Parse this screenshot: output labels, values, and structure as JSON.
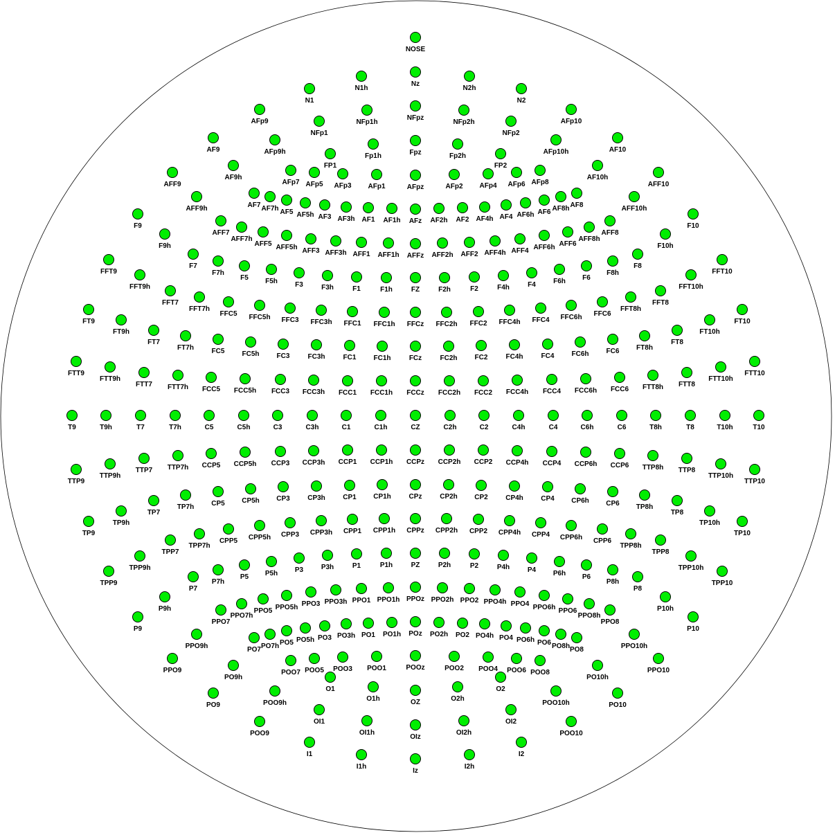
{
  "colors": {
    "electrode_fill": "#00ee00",
    "outline": "#000000",
    "background": "#ffffff"
  },
  "electrodes": [
    "NOSE",
    "N1h",
    "Nz",
    "N2h",
    "N1",
    "N2",
    "AFp9",
    "NFp1h",
    "NFpz",
    "NFp2h",
    "AFp10",
    "NFp1",
    "NFp2",
    "AF9",
    "AFp9h",
    "Fpz",
    "AFp10h",
    "AF10",
    "Fp1h",
    "Fp2h",
    "FP1",
    "FP2",
    "AFF9",
    "AF9h",
    "AFp7",
    "AFp5",
    "AFp3",
    "AFp1",
    "AFpz",
    "AFp2",
    "AFp4",
    "AFp6",
    "AFp8",
    "AF10h",
    "AFF10",
    "AF7",
    "AF7h",
    "AF5",
    "AF5h",
    "AF3",
    "AF3h",
    "AF1",
    "AF1h",
    "AFz",
    "AF2h",
    "AF2",
    "AF4h",
    "AF4",
    "AF6h",
    "AF6",
    "AF8h",
    "AF8",
    "AFF9h",
    "AFF10h",
    "F9",
    "F10",
    "AFF7",
    "AFF7h",
    "AFF5",
    "AFF5h",
    "AFF3",
    "AFF3h",
    "AFF1",
    "AFF1h",
    "AFFz",
    "AFF2h",
    "AFF2",
    "AFF4h",
    "AFF4",
    "AFF6h",
    "AFF6",
    "AFF8h",
    "AFF8",
    "F9h",
    "F10h",
    "FFT9",
    "F7",
    "F7h",
    "F5",
    "F5h",
    "F3",
    "F3h",
    "F1",
    "F1h",
    "FZ",
    "F2h",
    "F2",
    "F4h",
    "F4",
    "F6h",
    "F6",
    "F8h",
    "F8",
    "FFT10",
    "FFT9h",
    "FFT10h",
    "FFT7",
    "FFT7h",
    "FFC5",
    "FFC5h",
    "FFC3",
    "FFC3h",
    "FFC1",
    "FFC1h",
    "FFCz",
    "FFC2h",
    "FFC2",
    "FFC4h",
    "FFC4",
    "FFC6h",
    "FFC6",
    "FFT8h",
    "FFT8",
    "FT9",
    "FT10",
    "FT9h",
    "FT10h",
    "FT7",
    "FT7h",
    "FC5",
    "FC5h",
    "FC3",
    "FC3h",
    "FC1",
    "FC1h",
    "FCz",
    "FC2h",
    "FC2",
    "FC4h",
    "FC4",
    "FC6h",
    "FC6",
    "FT8h",
    "FT8",
    "FTT9",
    "FTT10",
    "FTT9h",
    "FTT7",
    "FTT7h",
    "FCC5",
    "FCC5h",
    "FCC3",
    "FCC3h",
    "FCC1",
    "FCC1h",
    "FCCz",
    "FCC2h",
    "FCC2",
    "FCC4h",
    "FCC4",
    "FCC6h",
    "FCC6",
    "FTT8h",
    "FTT8",
    "FTT10h",
    "T9",
    "T9h",
    "T7",
    "T7h",
    "C5",
    "C5h",
    "C3",
    "C3h",
    "C1",
    "C1h",
    "CZ",
    "C2h",
    "C2",
    "C4h",
    "C4",
    "C6h",
    "C6",
    "T8h",
    "T8",
    "T10h",
    "T10",
    "TTP9",
    "TTP9h",
    "TTP7",
    "TTP7h",
    "CCP5",
    "CCP5h",
    "CCP3",
    "CCP3h",
    "CCP1",
    "CCP1h",
    "CCPz",
    "CCP2h",
    "CCP2",
    "CCP4h",
    "CCP4",
    "CCP6h",
    "CCP6",
    "TTP8h",
    "TTP8",
    "TTP10h",
    "TTP10",
    "TP7",
    "TP7h",
    "CP5",
    "CP5h",
    "CP3",
    "CP3h",
    "CP1",
    "CP1h",
    "CPz",
    "CP2h",
    "CP2",
    "CP4h",
    "CP4",
    "CP6h",
    "CP6",
    "TP8h",
    "TP8",
    "TP9",
    "TP9h",
    "TP10h",
    "TP10",
    "TPP7",
    "TPP7h",
    "CPP5",
    "CPP5h",
    "CPP3",
    "CPP3h",
    "CPP1",
    "CPP1h",
    "CPPz",
    "CPP2h",
    "CPP2",
    "CPP4h",
    "CPP4",
    "CPP6h",
    "CPP6",
    "TPP8h",
    "TPP8",
    "TPP9h",
    "TPP10h",
    "TPP9",
    "P7",
    "P7h",
    "P5",
    "P5h",
    "P3",
    "P3h",
    "P1",
    "P1h",
    "PZ",
    "P2h",
    "P2",
    "P4h",
    "P4",
    "P6h",
    "P6",
    "P8h",
    "P8",
    "TPP10",
    "P9h",
    "P10h",
    "PPO7",
    "PPO7h",
    "PPO5",
    "PPO5h",
    "PPO3",
    "PPO3h",
    "PPO1",
    "PPO1h",
    "PPOz",
    "PPO2h",
    "PPO2",
    "PPO4h",
    "PPO4",
    "PPO6h",
    "PPO6",
    "PPO8h",
    "PPO8",
    "P9",
    "P10",
    "PPO9h",
    "PO7",
    "PO7h",
    "PO5",
    "PO5h",
    "PO3",
    "PO3h",
    "PO1",
    "PO1h",
    "POz",
    "PO2h",
    "PO2",
    "PO4h",
    "PO4",
    "PO6h",
    "PO6",
    "PO8h",
    "PO8",
    "PPO10h",
    "PPO9",
    "PO9h",
    "POO7",
    "POO5",
    "POO3",
    "POO1",
    "POOz",
    "POO2",
    "POO4",
    "POO6",
    "POO8",
    "PO10h",
    "PPO10",
    "O1",
    "O2",
    "PO9",
    "POO9h",
    "O1h",
    "OZ",
    "O2h",
    "POO10h",
    "PO10",
    "OI1",
    "OI2",
    "POO9",
    "OI1h",
    "OIz",
    "OI2h",
    "POO10",
    "I1",
    "I2",
    "I1h",
    "Iz",
    "I2h"
  ]
}
